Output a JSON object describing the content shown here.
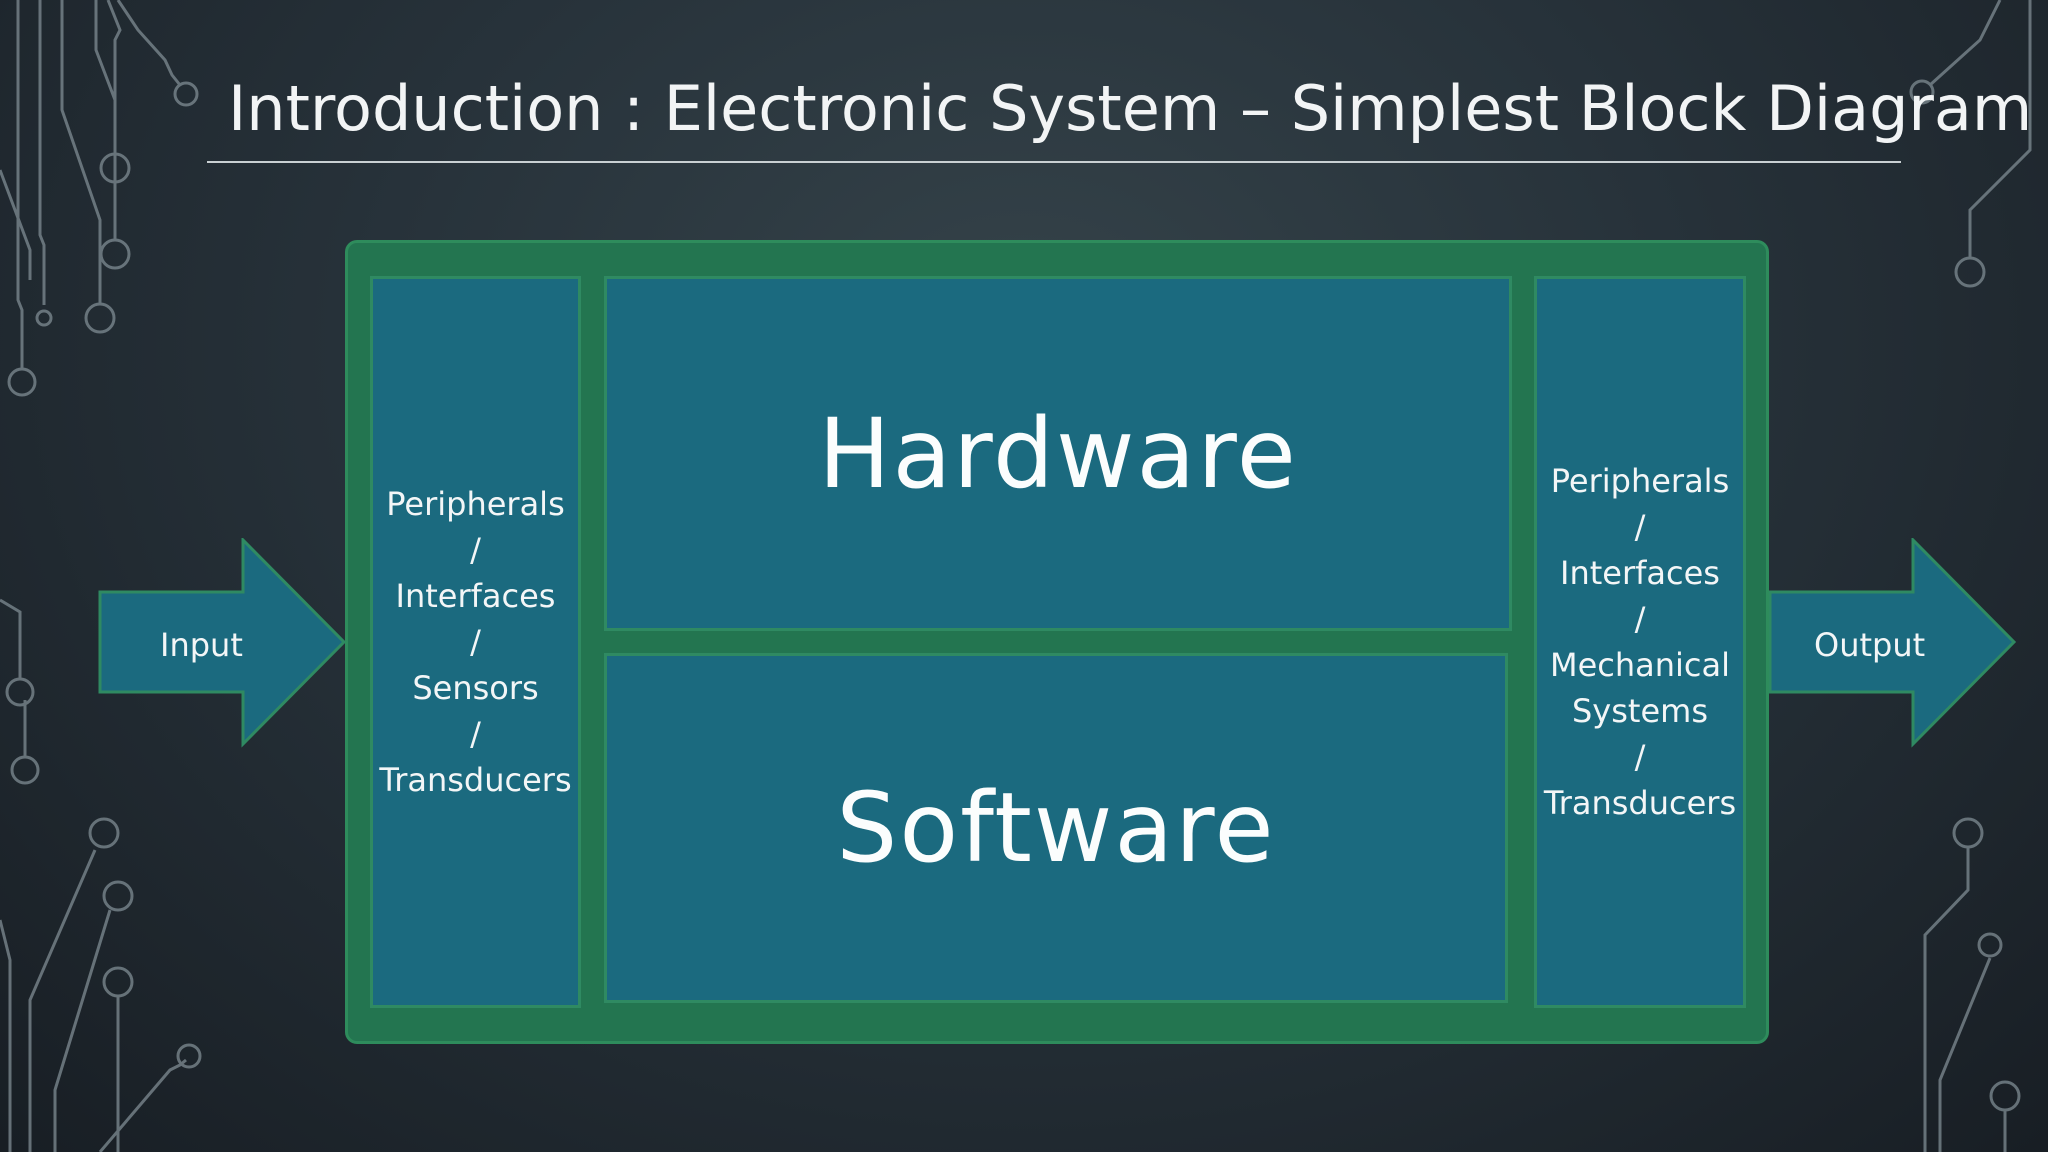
{
  "title": "Introduction : Electronic System – Simplest Block Diagram",
  "colors": {
    "outer_box": "#237550",
    "panel": "#1b6a7f",
    "arrow": "#1b6a7f",
    "border": "#2f8a62",
    "circuit_lines": "#8e9aa0"
  },
  "input_arrow": {
    "label": "Input"
  },
  "output_arrow": {
    "label": "Output"
  },
  "left_panel": {
    "line1": "Peripherals",
    "sep1": "/",
    "line2": "Interfaces",
    "sep2": "/",
    "line3": "Sensors",
    "sep3": "/",
    "line4": "Transducers"
  },
  "right_panel": {
    "line1": "Peripherals",
    "sep1": "/",
    "line2": "Interfaces",
    "sep2": "/",
    "line3": "Mechanical",
    "line4": "Systems",
    "sep3": "/",
    "line5": "Transducers"
  },
  "hardware_block": {
    "label": "Hardware"
  },
  "software_block": {
    "label": "Software"
  },
  "decoration": {
    "icon": "circuit-board-traces-icon"
  }
}
